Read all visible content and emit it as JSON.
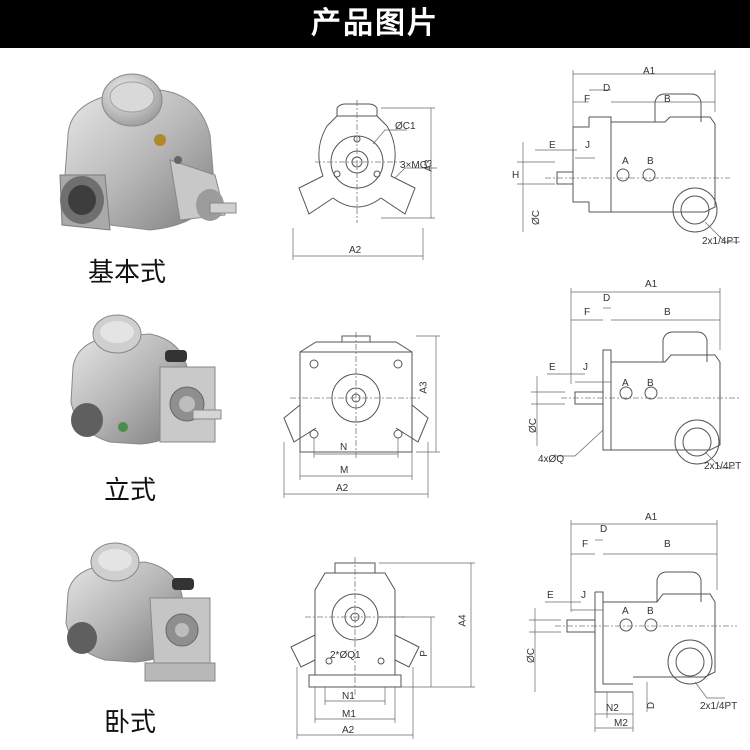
{
  "header": {
    "title": "产品图片"
  },
  "variants": [
    {
      "label": "基本式",
      "front_labels": {
        "c1": "ØC1",
        "mg": "3×MG",
        "a3": "A3",
        "a2": "A2"
      },
      "side_labels": {
        "a1": "A1",
        "f": "F",
        "d": "D",
        "b": "B",
        "e": "E",
        "j": "J",
        "h": "H",
        "c": "ØC",
        "pa": "A",
        "pb": "B",
        "pt": "2x1/4PT"
      }
    },
    {
      "label": "立式",
      "front_labels": {
        "a3": "A3",
        "n": "N",
        "m": "M",
        "a2": "A2"
      },
      "side_labels": {
        "a1": "A1",
        "f": "F",
        "d": "D",
        "b": "B",
        "e": "E",
        "j": "J",
        "c": "ØC",
        "q": "4xØQ",
        "pa": "A",
        "pb": "B",
        "pt": "2x1/4PT"
      }
    },
    {
      "label": "卧式",
      "front_labels": {
        "a4": "A4",
        "p": "P",
        "q1": "2*ØQ1",
        "n1": "N1",
        "m1": "M1",
        "a2": "A2"
      },
      "side_labels": {
        "a1": "A1",
        "f": "F",
        "d": "D",
        "b": "B",
        "e": "E",
        "j": "J",
        "c": "ØC",
        "pa": "A",
        "pb": "B",
        "pt": "2x1/4PT",
        "n2": "N2",
        "m2": "M2",
        "d2": "D"
      }
    }
  ]
}
